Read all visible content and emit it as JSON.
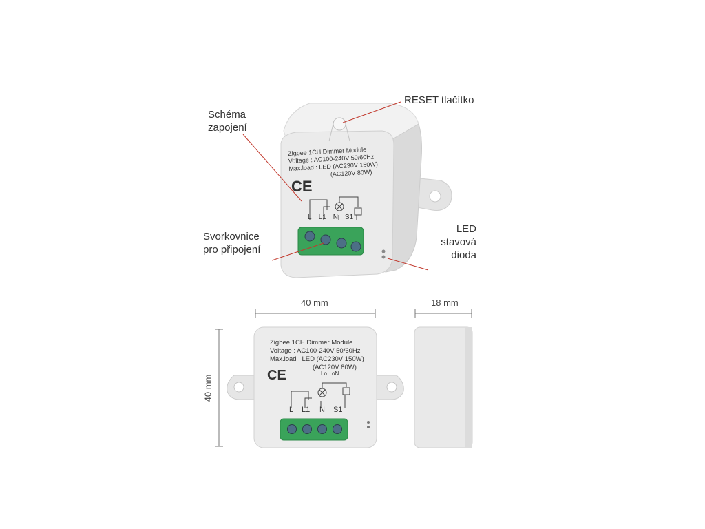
{
  "callouts": {
    "reset": "RESET tlačítko",
    "schema_line1": "Schéma",
    "schema_line2": "zapojení",
    "terminals_line1": "Svorkovnice",
    "terminals_line2": "pro připojení",
    "led_line1": "LED",
    "led_line2": "stavová",
    "led_line3": "dioda"
  },
  "label": {
    "title": "Zigbee 1CH Dimmer Module",
    "voltage": "Voltage : AC100-240V 50/60Hz",
    "maxload": "Max.load : LED (AC230V 150W)",
    "maxload2": "(AC120V 80W)",
    "ce": "CE",
    "t_L": "L",
    "t_L1": "L1",
    "t_N": "N",
    "t_S1": "S1",
    "lo": "Lo",
    "on": "oN"
  },
  "dimensions": {
    "width": "40 mm",
    "height": "40 mm",
    "depth": "18 mm"
  },
  "colors": {
    "body": "#ebebeb",
    "terminal": "#3aa35a",
    "callout_line": "#c23a2e"
  }
}
